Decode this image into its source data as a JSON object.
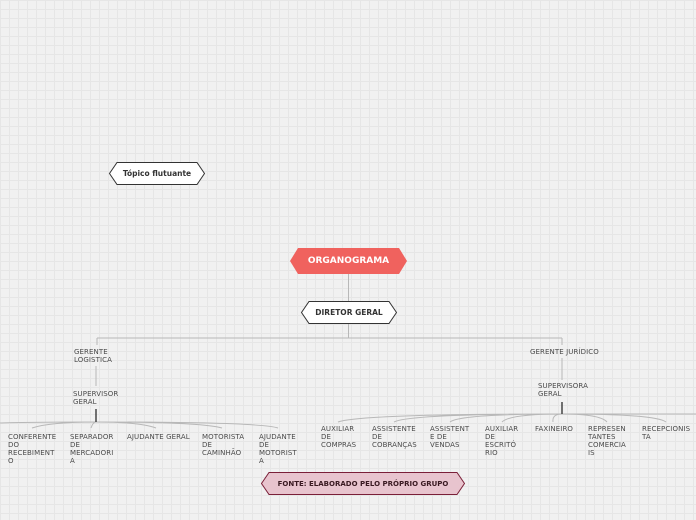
{
  "floating_topic": "Tópico flutuante",
  "root": "ORGANOGRAMA",
  "director": "DIRETOR GERAL",
  "left_branch": {
    "manager": "GERENTE\nLOGISTICA",
    "supervisor": "SUPERVISOR\nGERAL",
    "staff": [
      "CONFERENTE\nDO\nRECEBIMENT\nO",
      "SEPARADOR\nDE\nMERCADORI\nA",
      "AJUDANTE GERAL",
      "MOTORISTA\nDE\nCAMINHÃO",
      "AJUDANTE\nDE\nMOTORIST\nA"
    ]
  },
  "right_branch": {
    "manager": "GERENTE JURÍDICO",
    "supervisor": "SUPERVISORA\nGERAL",
    "staff": [
      "AUXILIAR\nDE\nCOMPRAS",
      "ASSISTENTE\nDE\nCOBRANÇAS",
      "ASSISTENT\nE DE\nVENDAS",
      "AUXILIAR\nDE\nESCRITÓ\nRIO",
      "FAXINEIRO",
      "REPRESEN\nTANTES\nCOMERCIA\nIS",
      "RECEPCIONIS\nTA"
    ]
  },
  "source_note": "FONTE: ELABORADO PELO PRÓPRIO GRUPO",
  "colors": {
    "root_fill": "#f0625e",
    "source_fill": "#e8c4ce",
    "source_border": "#7a1f38",
    "line": "#b8b8b8",
    "dark_line": "#444444"
  }
}
